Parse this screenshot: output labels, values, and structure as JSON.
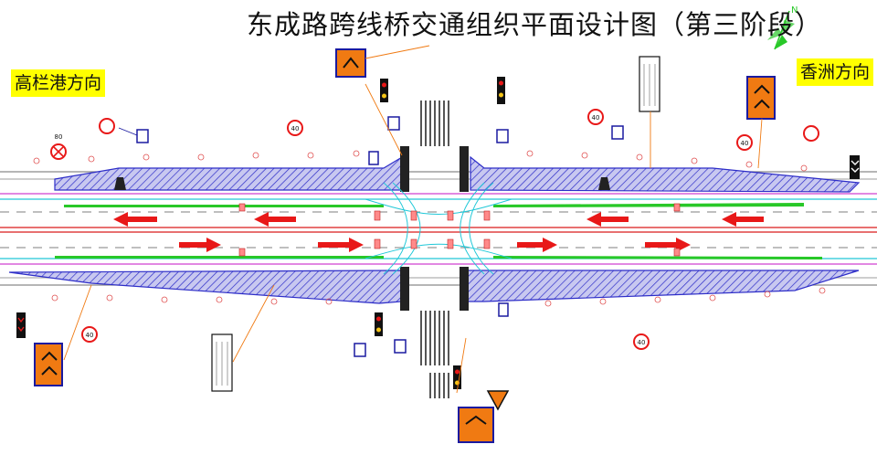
{
  "title": "东成路跨线桥交通组织平面设计图（第三阶段）",
  "directions": {
    "left": "高栏港方向",
    "right": "香洲方向"
  },
  "compass_letter": "N",
  "colors": {
    "hatch": "#2d2dc8",
    "hatch_fill": "#c8c8f0",
    "arrow": "#e81818",
    "sign_orange": "#f07a12",
    "road_line": "#8a8a8a",
    "cyan": "#20c8d8",
    "green_strip": "#28c828",
    "magenta": "#d040d0"
  },
  "speed_signs": [
    "40",
    "40",
    "40",
    "40",
    "40"
  ],
  "no_entry_sign": "80"
}
